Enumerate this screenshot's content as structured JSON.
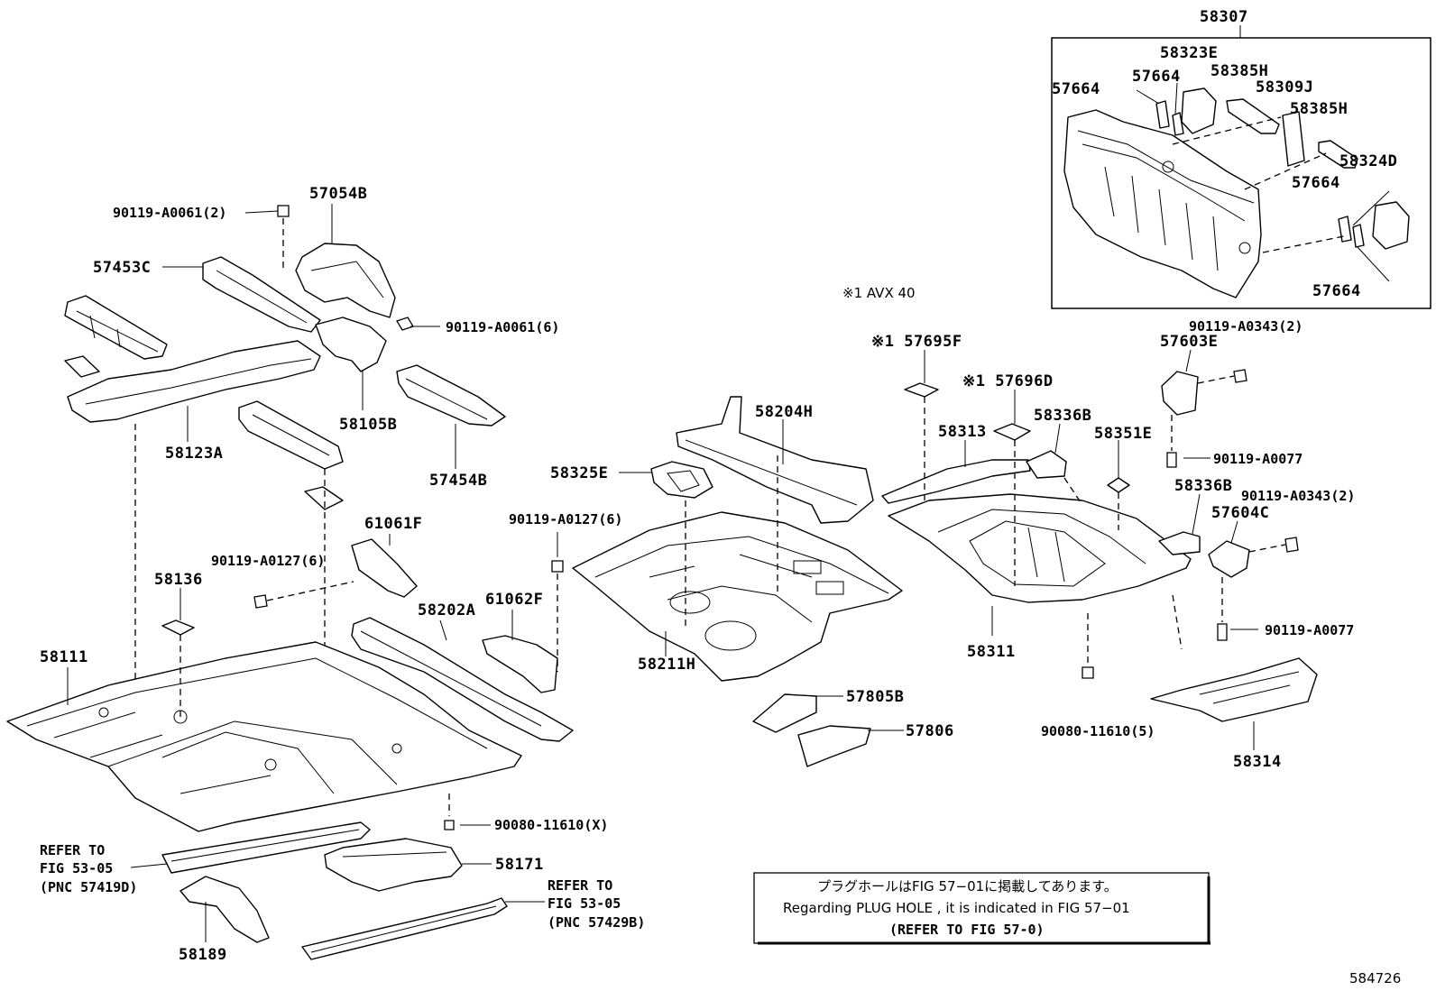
{
  "labels": {
    "p58307": "58307",
    "p58323E": "58323E",
    "p57664a": "57664",
    "p57664b": "57664",
    "p58385Ha": "58385H",
    "p58309J": "58309J",
    "p58385Hb": "58385H",
    "p58324D": "58324D",
    "p57664c": "57664",
    "p57664d": "57664",
    "p57054B": "57054B",
    "b90119A0061_2": "90119-A0061(2)",
    "p57453C": "57453C",
    "b90119A0061_6": "90119-A0061(6)",
    "p58105B": "58105B",
    "p58123A": "58123A",
    "p57454B": "57454B",
    "avx_note": "※1 AVX 40",
    "p57695F": "※1 57695F",
    "p57696D": "※1 57696D",
    "b90119A0343_2a": "90119-A0343(2)",
    "p57603E": "57603E",
    "p58204H": "58204H",
    "p58313": "58313",
    "p58336Ba": "58336B",
    "p58351E": "58351E",
    "b90119A0077a": "90119-A0077",
    "p58325E": "58325E",
    "p58336Bb": "58336B",
    "b90119A0343_2b": "90119-A0343(2)",
    "p57604C": "57604C",
    "p61061F": "61061F",
    "b90119A0127_6a": "90119-A0127(6)",
    "b90119A0127_6b": "90119-A0127(6)",
    "p58136": "58136",
    "p61062F": "61062F",
    "p58202A": "58202A",
    "p58111": "58111",
    "b90119A0077b": "90119-A0077",
    "p58211H": "58211H",
    "p58311": "58311",
    "p57805B": "57805B",
    "p57806": "57806",
    "b90080_11610_5": "90080-11610(5)",
    "p58314": "58314",
    "b90080_11610_X": "90080-11610(X)",
    "p58171": "58171",
    "p58189": "58189",
    "ref_left_1": "REFER TO",
    "ref_left_2": "FIG 53-05",
    "ref_left_3": "(PNC 57419D)",
    "ref_right_1": "REFER TO",
    "ref_right_2": "FIG 53-05",
    "ref_right_3": "(PNC 57429B)",
    "figure_no": "584726"
  },
  "note_box": {
    "line1": "プラグホールはFIG 57−01に掲載してあります。",
    "line2": "Regarding  PLUG  HOLE , it is indicated in FIG  57−01",
    "line3": "(REFER TO FIG 57-0)"
  }
}
